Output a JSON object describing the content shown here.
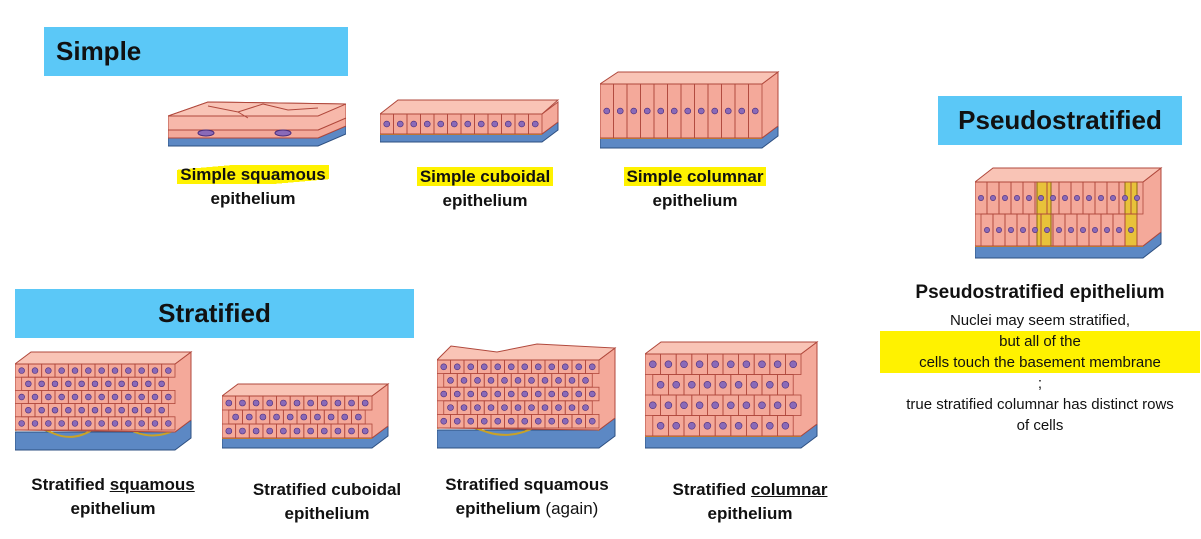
{
  "sections": {
    "simple": "Simple",
    "stratified": "Stratified",
    "pseudostratified": "Pseudostratified"
  },
  "simple": {
    "squamous": {
      "line1": "Simple squamous",
      "line2": "epithelium"
    },
    "cuboidal": {
      "line1": "Simple cuboidal",
      "line2": "epithelium"
    },
    "columnar": {
      "line1": "Simple columnar",
      "line2": "epithelium"
    }
  },
  "stratified": {
    "squamous": {
      "word1": "Stratified",
      "word2": "squamous",
      "line2": "epithelium"
    },
    "cuboidal": {
      "line1": "Stratified cuboidal",
      "line2": "epithelium"
    },
    "squamous_again": {
      "line1": "Stratified squamous",
      "line2": "epithelium",
      "suffix": "(again)"
    },
    "columnar": {
      "word1": "Stratified",
      "word2": "columnar",
      "line2": "epithelium"
    }
  },
  "pseudo": {
    "title": "Pseudostratified epithelium",
    "note_a": "Nuclei may seem stratified,",
    "note_b": "but all of the",
    "note_c": "cells touch the basement membrane",
    "note_d": ";",
    "note_e": "true stratified columnar has distinct rows",
    "note_f": "of cells"
  },
  "colors": {
    "banner": "#5bc8f7",
    "highlight": "#fff200",
    "cell": "#f4a99a",
    "cell_edge": "#b0483c",
    "basement": "#c9a227",
    "connective": "#5c88c4",
    "nucleus": "#8a6ab8"
  }
}
